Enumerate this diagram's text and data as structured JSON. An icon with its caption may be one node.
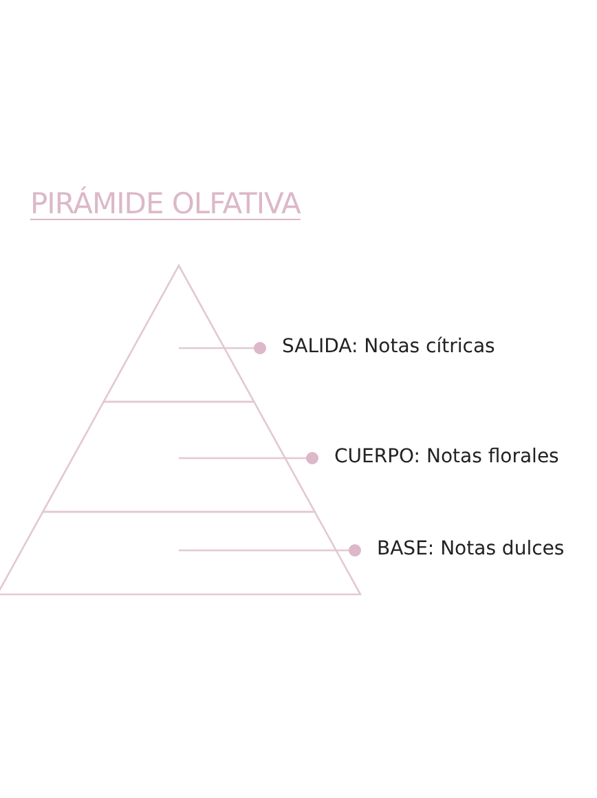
{
  "diagram": {
    "title": "PIRÁMIDE OLFATIVA",
    "nodes": [
      {
        "text": [],
        "shape": "triangle"
      },
      {
        "text": [],
        "shape": "trapezoid"
      },
      {
        "text": [],
        "shape": "trapezoid"
      },
      {
        "text": [
          "SALIDA: Notas cítricas"
        ]
      },
      {
        "text": [
          "CUERPO: Notas florales"
        ]
      },
      {
        "text": [
          "BASE: Notas dulces"
        ]
      }
    ],
    "edges": [
      {
        "from": 3,
        "to": 0,
        "arrow": "other"
      },
      {
        "from": 4,
        "to": 1,
        "arrow": "other"
      },
      {
        "from": 5,
        "to": 2,
        "arrow": "other"
      }
    ]
  }
}
